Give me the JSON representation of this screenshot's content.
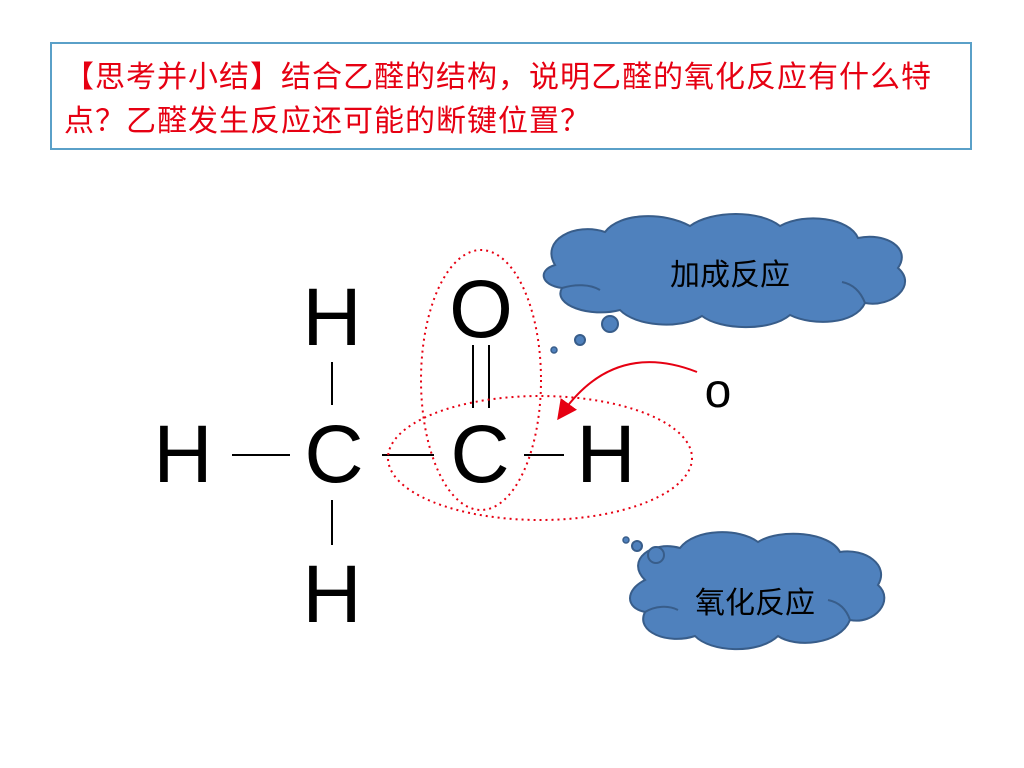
{
  "header": {
    "question": "【思考并小结】结合乙醛的结构，说明乙醛的氧化反应有什么特点？乙醛发生反应还可能的断键位置？"
  },
  "molecule": {
    "atoms": {
      "h_top": "H",
      "o": "O",
      "h_left": "H",
      "c1": "C",
      "c2": "C",
      "h_right": "H",
      "h_bottom": "H",
      "o_added": "o"
    }
  },
  "callouts": {
    "addition": "加成反应",
    "oxidation": "氧化反应"
  },
  "colors": {
    "title_text": "#e60012",
    "title_border": "#5aa0c8",
    "cloud_fill": "#4f81bd",
    "cloud_stroke": "#385d8a",
    "highlight": "#e60012"
  }
}
